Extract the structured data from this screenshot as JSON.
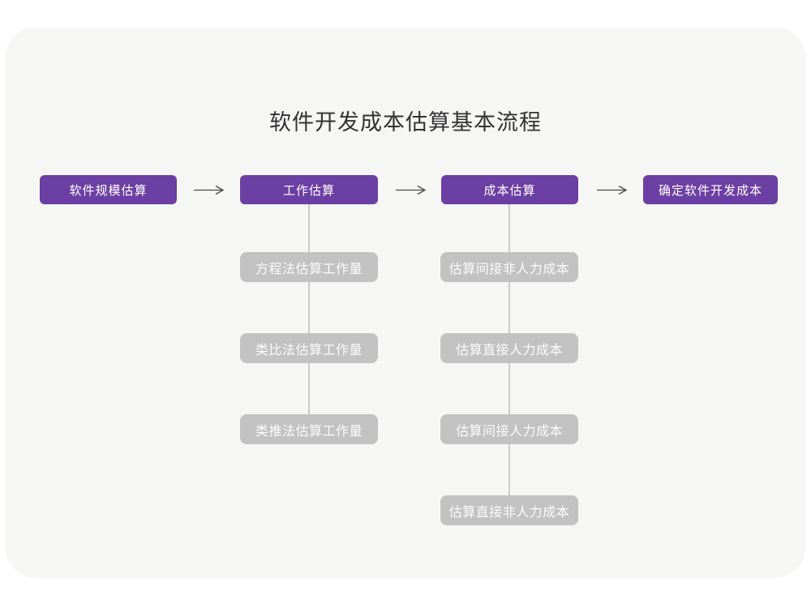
{
  "title": "软件开发成本估算基本流程",
  "colors": {
    "page_background": "#ffffff",
    "panel_background": "#f6f6f5",
    "primary_box": "#6c3fa4",
    "secondary_box": "#c2c2c2",
    "connector_line": "#cccccc",
    "arrow": "#4a4a4a",
    "title_text": "#333333",
    "box_text": "#ffffff"
  },
  "flow": {
    "arrow_icon": "right-arrow",
    "main_steps": [
      {
        "label": "软件规模估算",
        "children": []
      },
      {
        "label": "工作估算",
        "children": [
          "方程法估算工作量",
          "类比法估算工作量",
          "类推法估算工作量"
        ]
      },
      {
        "label": "成本估算",
        "children": [
          "估算间接非人力成本",
          "估算直接人力成本",
          "估算间接人力成本",
          "估算直接非人力成本"
        ]
      },
      {
        "label": "确定软件开发成本",
        "children": []
      }
    ]
  }
}
